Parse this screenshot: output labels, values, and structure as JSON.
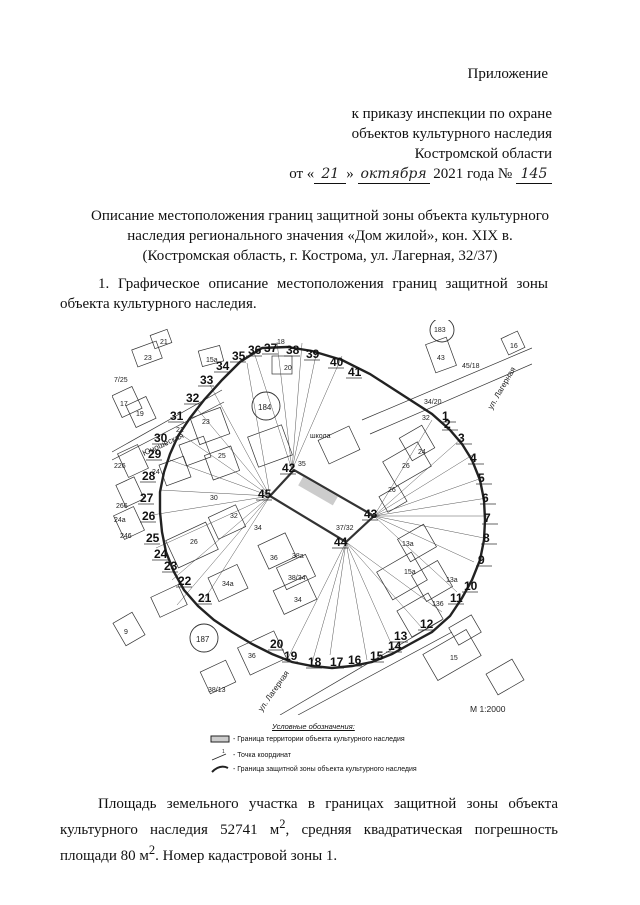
{
  "header": {
    "appendix": "Приложение",
    "order_line1": "к приказу инспекции по охране",
    "order_line2": "объектов культурного наследия",
    "order_line3": "Костромской области",
    "date_prefix": "от «",
    "date_day": "21",
    "date_sep": "»",
    "date_month": "октября",
    "date_year_text": "2021 года №",
    "order_number": "145"
  },
  "title": {
    "line1": "Описание местоположения границ защитной зоны объекта культурного",
    "line2": "наследия регионального значения «Дом жилой», кон. XIX в.",
    "line3": "(Костромская область, г. Кострома, ул. Лагерная, 32/37)"
  },
  "section1": "1. Графическое описание местоположения границ защитной зоны объекта культурного наследия.",
  "map": {
    "scale": "М 1:2000",
    "street1": "ул. Лагерная",
    "street2": "ул. Лагерная",
    "street3": "Юношеская",
    "school": "школа",
    "block_184": "184",
    "block_187": "187",
    "block_183": "183",
    "houses": [
      "23",
      "21",
      "15а",
      "20",
      "18",
      "43",
      "45/18",
      "16",
      "7/25",
      "17",
      "19",
      "23",
      "34/20",
      "32",
      "226",
      "24",
      "25",
      "21",
      "24",
      "26",
      "26",
      "266",
      "24а",
      "246",
      "30",
      "32",
      "34",
      "36",
      "38а",
      "38/34",
      "34",
      "34а",
      "26",
      "9",
      "38/13",
      "36",
      "15",
      "136",
      "13а",
      "13а",
      "15а",
      "35",
      "37/32"
    ],
    "points": [
      "1",
      "2",
      "3",
      "4",
      "5",
      "6",
      "7",
      "8",
      "9",
      "10",
      "11",
      "12",
      "13",
      "14",
      "15",
      "16",
      "17",
      "18",
      "19",
      "20",
      "21",
      "22",
      "23",
      "24",
      "25",
      "26",
      "27",
      "28",
      "29",
      "30",
      "31",
      "32",
      "33",
      "34",
      "35",
      "36",
      "37",
      "38",
      "39",
      "40",
      "41",
      "42",
      "43",
      "44",
      "45"
    ]
  },
  "legend": {
    "title": "Условные обозначения:",
    "item1": "- Граница территории объекта культурного наследия",
    "item2": "- Точка координат",
    "item2_num": "1",
    "item3": "- Граница защитной зоны объекта культурного наследия"
  },
  "section2": {
    "part1": "Площадь земельного участка в границах защитной зоны объекта культурного наследия 52741 м",
    "sup1": "2",
    "part2": ", средняя квадратическая погрешность площади 80 м",
    "sup2": "2",
    "part3": ". Номер кадастровой зоны 1."
  }
}
